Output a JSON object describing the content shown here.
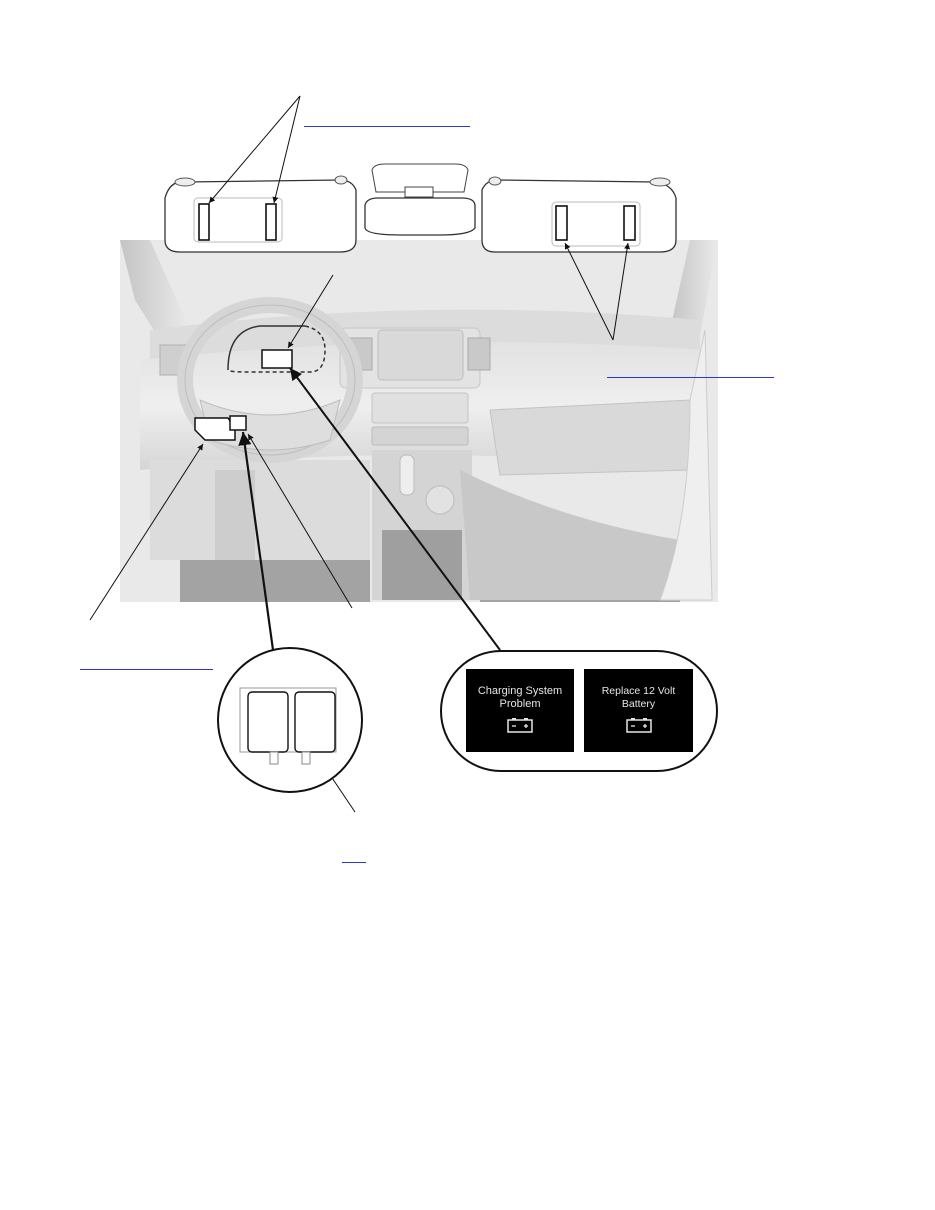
{
  "page": {
    "description": "Vehicle interior label location diagram",
    "colors": {
      "link": "#2b35d8",
      "line": "#1a1a1a",
      "panel_bg": "#000000",
      "panel_text": "#e6e6e6",
      "interior_light": "#ececec",
      "interior_mid": "#cfcfcf",
      "interior_dark": "#a9a9a9"
    }
  },
  "links": [
    {
      "id": "sun-visor-driver-link",
      "text": ""
    },
    {
      "id": "sun-visor-passenger-link",
      "text": ""
    },
    {
      "id": "fuse-box-link",
      "text": ""
    },
    {
      "id": "relay-link",
      "text": ""
    }
  ],
  "callouts": {
    "cluster_messages": [
      {
        "text": "Charging System Problem",
        "line1": "Charging System",
        "line2": "Problem",
        "icon": "battery-icon"
      },
      {
        "text": "Replace 12 Volt Battery",
        "line1": "Replace 12 Volt Battery",
        "line2": "",
        "icon": "battery-icon"
      }
    ],
    "relay_detail": {
      "icon": "relay-connector-icon"
    }
  }
}
